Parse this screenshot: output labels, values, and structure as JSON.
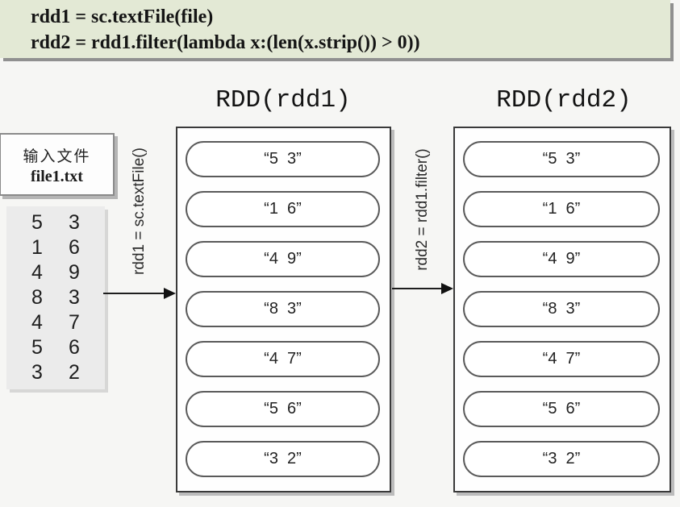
{
  "code_block": {
    "line1": "rdd1 = sc.textFile(file)",
    "line2": "rdd2 = rdd1.filter(lambda x:(len(x.strip()) > 0))"
  },
  "input_file": {
    "title": "输入文件",
    "filename": "file1.txt",
    "rows": [
      [
        "5",
        "3"
      ],
      [
        "1",
        "6"
      ],
      [
        "4",
        "9"
      ],
      [
        "8",
        "3"
      ],
      [
        "4",
        "7"
      ],
      [
        "5",
        "6"
      ],
      [
        "3",
        "2"
      ]
    ]
  },
  "rdd1": {
    "title": "RDD(rdd1)",
    "arrow_label": "rdd1 = sc.textFile()",
    "items": [
      "“5  3”",
      "“1  6”",
      "“4  9”",
      "“8  3”",
      "“4  7”",
      "“5  6”",
      "“3  2”"
    ]
  },
  "rdd2": {
    "title": "RDD(rdd2)",
    "arrow_label": "rdd2 = rdd1.filter()",
    "items": [
      "“5  3”",
      "“1  6”",
      "“4  9”",
      "“8  3”",
      "“4  7”",
      "“5  6”",
      "“3  2”"
    ]
  },
  "colors": {
    "code_background": "#e3e9d5",
    "page_background": "#f6f6f4",
    "data_box_background": "#ebebeb",
    "box_border": "#3a3a3a"
  }
}
